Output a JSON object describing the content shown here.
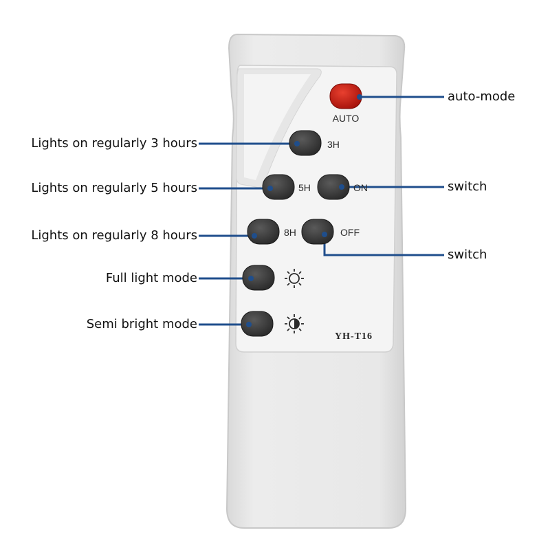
{
  "remote": {
    "model": "YH-T16",
    "buttons": {
      "auto": "AUTO",
      "three_hours": "3H",
      "five_hours": "5H",
      "on": "ON",
      "eight_hours": "8H",
      "off": "OFF"
    }
  },
  "callouts": {
    "auto_mode": "auto-mode",
    "lights_3h": "Lights on regularly 3 hours",
    "lights_5h": "Lights on regularly 5 hours",
    "lights_8h": "Lights on regularly 8 hours",
    "switch_on": "switch",
    "switch_off": "switch",
    "full_light": "Full light mode",
    "semi_bright": "Semi bright mode"
  },
  "colors": {
    "callout_line": "#1f4e8c",
    "auto_button": "#cc1a10",
    "button": "#3a3a3a",
    "off_text": "#d42a1e",
    "on_text": "#d42a1e",
    "remote_body": "#e4e4e4",
    "panel": "#f3f3f3"
  },
  "icons": [
    "full-light-sun-icon",
    "semi-bright-sun-icon"
  ]
}
